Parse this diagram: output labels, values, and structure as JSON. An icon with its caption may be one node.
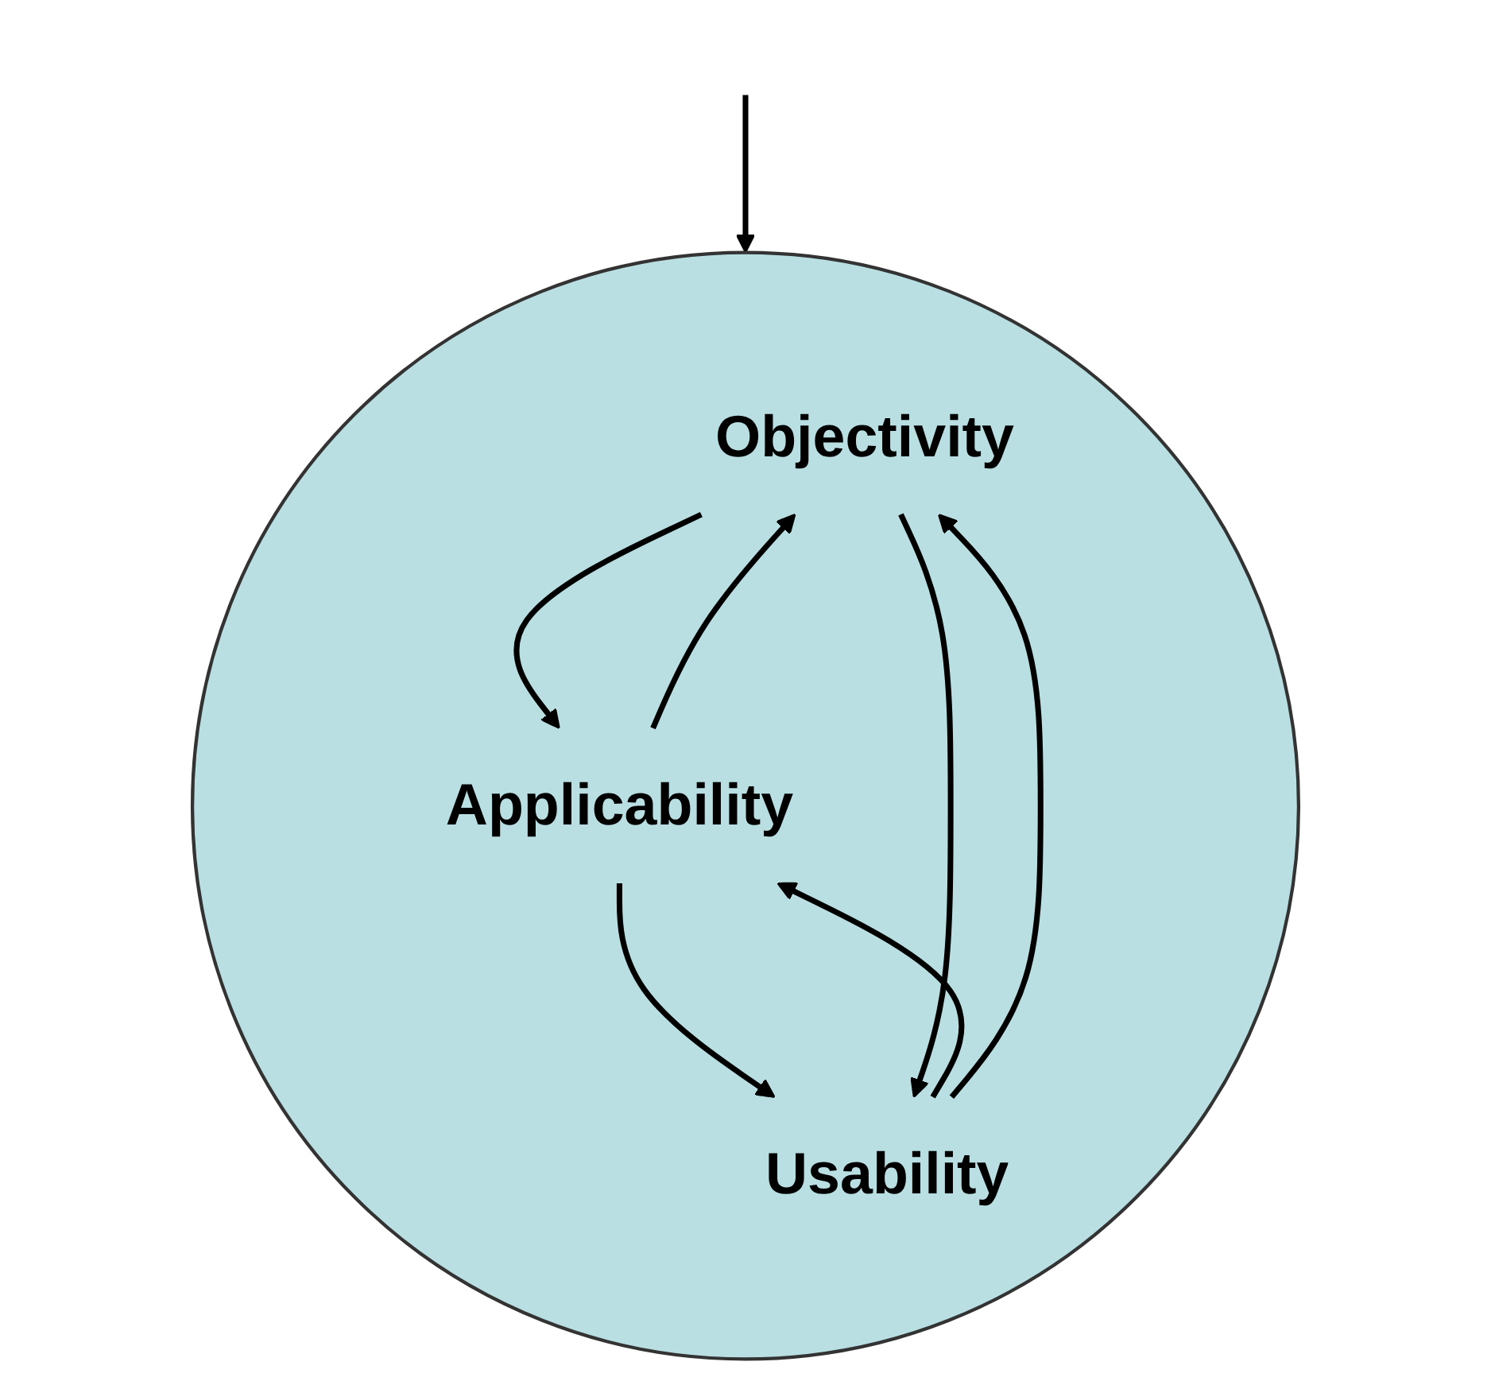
{
  "diagram": {
    "nodes": [
      {
        "text": [],
        "shape": "circle"
      },
      {
        "text": [
          "Objectivity"
        ],
        "in": 0
      },
      {
        "text": [
          "Applicability"
        ],
        "in": 0
      },
      {
        "text": [
          "Usability"
        ],
        "in": 0
      }
    ],
    "edges": [
      {
        "from": null,
        "to": 0,
        "arrow": "to"
      },
      {
        "from": 1,
        "to": 2,
        "arrow": "to"
      },
      {
        "from": 2,
        "to": 1,
        "arrow": "to"
      },
      {
        "from": 2,
        "to": 3,
        "arrow": "to"
      },
      {
        "from": 3,
        "to": 2,
        "arrow": "to"
      },
      {
        "from": 3,
        "to": 1,
        "arrow": "to"
      },
      {
        "from": 1,
        "to": 3,
        "arrow": "to"
      }
    ]
  }
}
